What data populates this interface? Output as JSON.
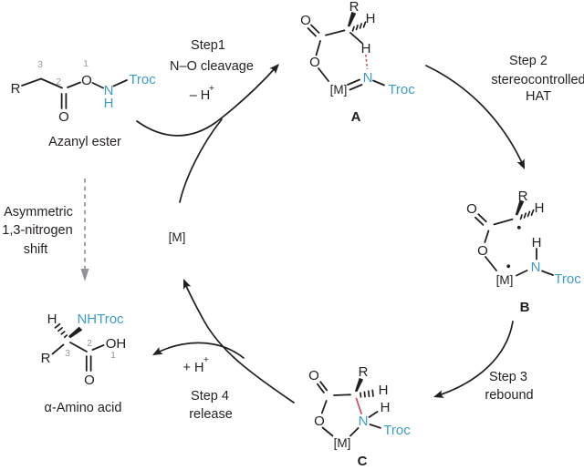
{
  "colors": {
    "ink": "#231f20",
    "heteroatom_teal": "#3b9dc3",
    "locant_gray": "#97999c",
    "forming_bond_red": "#c9565e",
    "dashed_arrow_gray": "#919396",
    "background": "#ffffff"
  },
  "atoms": {
    "o": "O",
    "n": "N",
    "h": "H",
    "r": "R",
    "oh": "OH",
    "troc": "Troc",
    "metal": "[M]",
    "nhtroc": "NHTroc"
  },
  "locants": {
    "l1": "1",
    "l2": "2",
    "l3": "3"
  },
  "compounds": {
    "azanyl_ester": {
      "name": "Azanyl ester"
    },
    "amino_acid": {
      "name": "α-Amino acid"
    },
    "intermediate_a": {
      "label": "A"
    },
    "intermediate_b": {
      "label": "B"
    },
    "intermediate_c": {
      "label": "C"
    }
  },
  "catalyst": {
    "symbol": "[M]"
  },
  "steps": {
    "step1": {
      "title": "Step1",
      "desc": "N–O cleavage",
      "change": "– H",
      "sup": "+"
    },
    "step2": {
      "title": "Step 2",
      "desc1": "stereocontrolled",
      "desc2": "HAT"
    },
    "step3": {
      "title": "Step 3",
      "desc": "rebound"
    },
    "step4": {
      "change": "+ H",
      "sup": "+",
      "title": "Step 4",
      "desc": "release"
    }
  },
  "side_process": {
    "line1": "Asymmetric",
    "line2": "1,3-nitrogen",
    "line3": "shift"
  }
}
